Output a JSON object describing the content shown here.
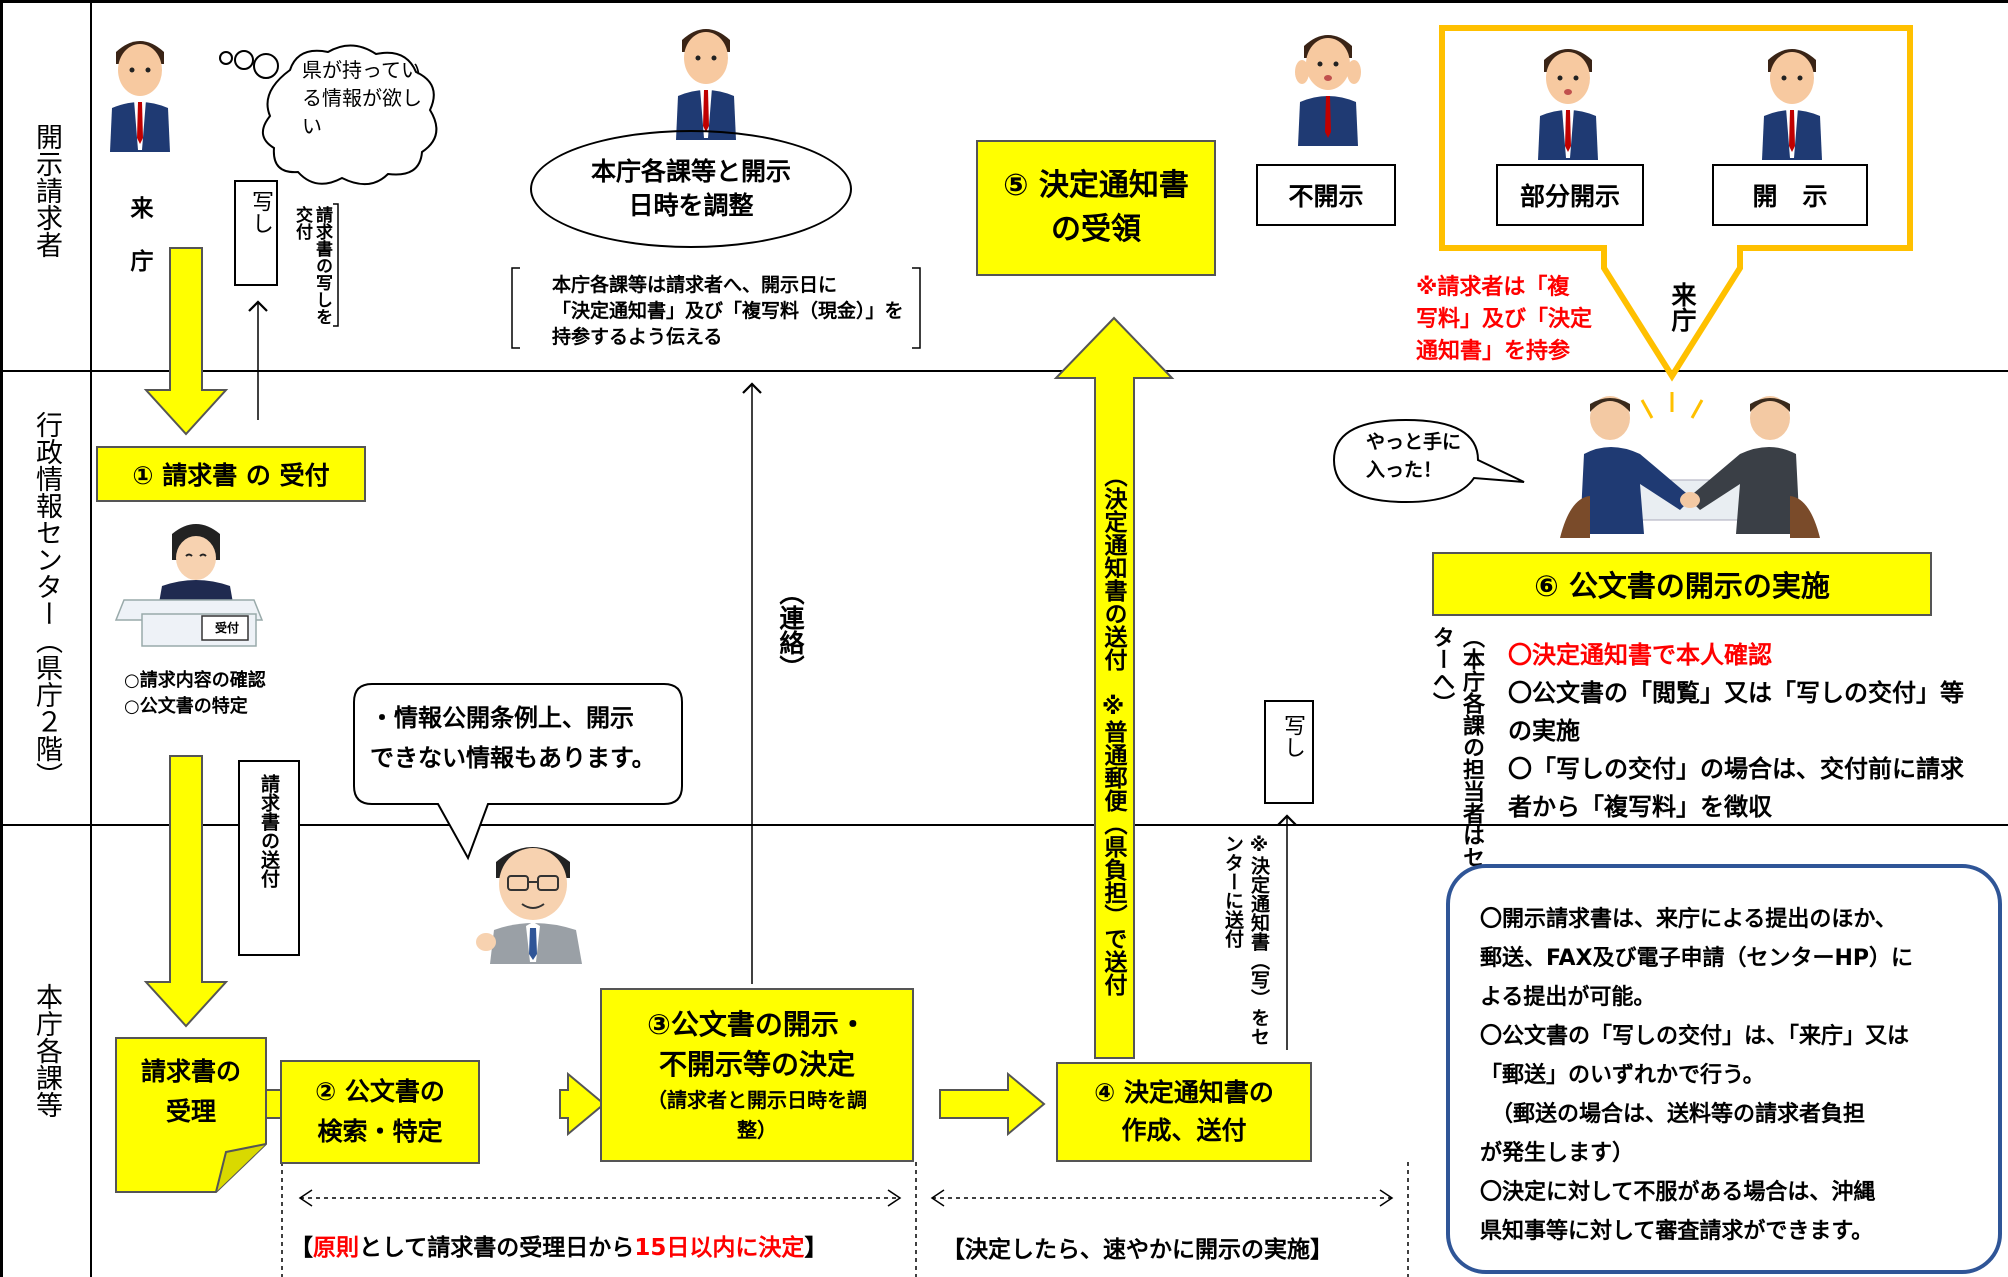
{
  "lanes": {
    "requester": "開示請求者",
    "center": "行政情報センター（県庁２階）",
    "dept": "本庁各課等"
  },
  "requester": {
    "thought": "県が持っている情報が欲しい",
    "visit": "来庁",
    "copy_paper": "写し",
    "copy_note": "請求書の写しを交付"
  },
  "adjust": {
    "ellipse": "本庁各課等と開示日時を調整",
    "note_lines": [
      "本庁各課等は請求者へ、開示日に",
      "「決定通知書」及び「複写料（現金）」を",
      "持参するよう伝える"
    ]
  },
  "step5": {
    "line1": "⑤ 決定通知書",
    "line2": "の受領"
  },
  "outcomes": {
    "nondisclose": "不開示",
    "partial": "部分開示",
    "disclose": "開　示"
  },
  "bring": {
    "line1": "※請求者は「複",
    "line2": "写料」及び「決定",
    "line3": "通知書」を持参"
  },
  "visit2": "来庁",
  "step1": "①  請求書 の 受付",
  "center_tasks": [
    "○請求内容の確認",
    "○公文書の特定"
  ],
  "reception_sign": "受付",
  "staff_speech": {
    "line1": "・情報公開条例上、開示",
    "line2": "できない情報もあります。"
  },
  "send_request": "請求書の送付",
  "contact": "（連絡）",
  "notice_sent": "（決定通知書の送付　※普通郵便（県負担）で送付",
  "copy_paper2": "写し",
  "copy_note2": "※決定通知書（写）をセンターに送付",
  "finally": {
    "line1": "やっと手に",
    "line2": "入った！"
  },
  "step6": "⑥   公文書の開示の実施",
  "dept_to_center": "（本庁各課の担当者はセンターへ）",
  "step6_items": {
    "red": "〇決定通知書で本人確認",
    "l2": "〇公文書の「閲覧」又は「写しの交付」等",
    "l3": "の実施",
    "l4": "〇「写しの交付」の場合は、交付前に請求",
    "l5": "者から「複写料」を徴収"
  },
  "accept": {
    "line1": "請求書の",
    "line2": "受理"
  },
  "step2": {
    "line1": "②  公文書の",
    "line2": "検索・特定"
  },
  "step3": {
    "line1": "③公文書の開示・",
    "line2": "不開示等の決定",
    "line3": "（請求者と開示日時を調",
    "line4": "整）"
  },
  "step4": {
    "line1": "④  決定通知書の",
    "line2": "作成、送付"
  },
  "timeline": {
    "left_pre": "【",
    "left_red1": "原則",
    "left_mid": "として請求書の受理日から",
    "left_red2": "15日以内に決定",
    "left_post": "】",
    "right": "【決定したら、速やかに開示の実施】"
  },
  "info_box": [
    "〇開示請求書は、来庁による提出のほか、",
    "郵送、FAX及び電子申請（センターHP）に",
    "よる提出が可能。",
    "〇公文書の「写しの交付」は、「来庁」又は",
    "「郵送」のいずれかで行う。",
    "　（郵送の場合は、送料等の請求者負担",
    "が発生します）",
    "〇決定に対して不服がある場合は、沖縄",
    "県知事等に対して審査請求ができます。"
  ],
  "colors": {
    "yellow": "#ffff00",
    "gold": "#ffc000",
    "navy": "#2f5597",
    "red": "#ff0000"
  }
}
